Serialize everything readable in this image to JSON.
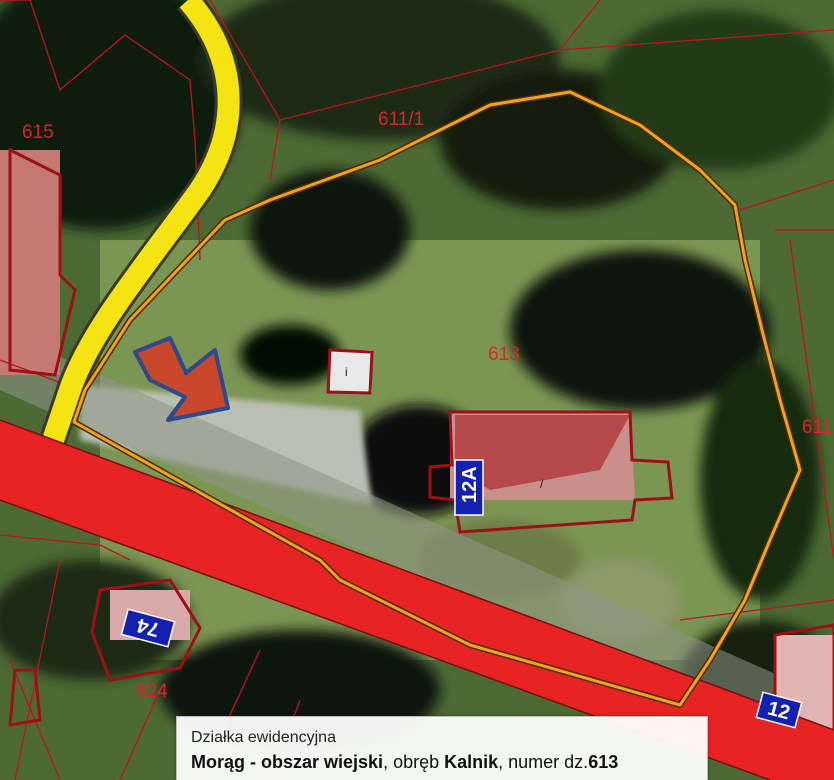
{
  "map": {
    "parcels": [
      {
        "id": "p615",
        "label": "615"
      },
      {
        "id": "p611_1",
        "label": "611/1"
      },
      {
        "id": "p613",
        "label": "613"
      },
      {
        "id": "p611_right",
        "label": "611"
      },
      {
        "id": "p624",
        "label": "624"
      }
    ],
    "address_plates": [
      {
        "id": "plate-12a",
        "label": "12A"
      },
      {
        "id": "plate-74",
        "label": "74"
      },
      {
        "id": "plate-12",
        "label": "12"
      }
    ],
    "building_marks": [
      {
        "id": "house-mark",
        "label": "/"
      },
      {
        "id": "shed-mark",
        "label": "i"
      }
    ],
    "colors": {
      "selected_parcel_outline": "#f2a21b",
      "parcel_boundary": "#c1121f",
      "main_road": "#e82323",
      "side_road": "#f6e412",
      "address_plate": "#1420b0",
      "arrow_fill": "#c9482c",
      "arrow_outline": "#2c4a8c"
    }
  },
  "info_panel": {
    "title": "Działka ewidencyjna",
    "municipality": "Morąg - obszar wiejski",
    "sep1": ", obręb ",
    "precinct": "Kalnik",
    "sep2": ", numer dz.",
    "parcel_number": "613"
  }
}
